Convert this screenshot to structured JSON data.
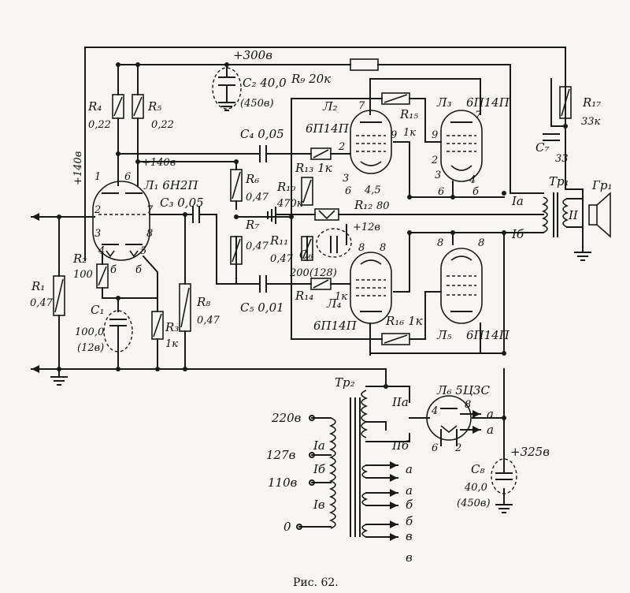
{
  "caption": "Рис.  62.",
  "supply": {
    "b300": "+300в",
    "b140": "+140в",
    "b140v": "+140в",
    "b12": "+12в",
    "b325": "+325в"
  },
  "tubes": {
    "l1": "Л₁ 6Н2П",
    "l2": "Л₂",
    "l2t": "6П14П",
    "l3": "Л₃",
    "l3t": "6П14П",
    "l4": "Л₄",
    "l4t": "6П14П",
    "l5": "Л₅",
    "l5t": "6П14П",
    "l6": "Л₆ 5Ц3С"
  },
  "resistors": {
    "r1": "R₁",
    "r1v": "0,47",
    "r2": "R₂",
    "r2v": "100",
    "r3": "R₃",
    "r3v": "1к",
    "r4": "R₄",
    "r4v": "0,22",
    "r5": "R₅",
    "r5v": "0,22",
    "r6": "R₆",
    "r6v": "0,47",
    "r7": "R₇",
    "r7v": "0,47",
    "r8": "R₈",
    "r8v": "0,47",
    "r9": "R₉ 20к",
    "r10": "R₁₀",
    "r10v": "470к",
    "r11": "R₁₁",
    "r11v": "0,47",
    "r12": "R₁₂",
    "r12v": "80",
    "r13": "R₁₃ 1к",
    "r14": "R₁₄",
    "r14v": "1к",
    "r15": "R₁₅",
    "r15v": "1к",
    "r16": "R₁₆ 1к",
    "r17": "R₁₇",
    "r17v": "33к"
  },
  "capacitors": {
    "c1": "C₁",
    "c1v": "100,0",
    "c1w": "(12в)",
    "c2": "C₂ 40,0",
    "c2w": "(450в)",
    "c3": "C₃ 0,05",
    "c4": "C₄ 0,05",
    "c5": "C₅ 0,01",
    "c6": "C₆",
    "c6v": "200(128)",
    "c7": "C₇",
    "c7v": "33",
    "c8": "C₈",
    "c8v": "40,0",
    "c8w": "(450в)"
  },
  "transformers": {
    "tr1": "Тр₁",
    "ia": "Iа",
    "ib": "Iб",
    "ii": "II",
    "gr1": "Гр₁",
    "tr2": "Тр₂",
    "iia": "IIа",
    "iib": "IIб",
    "iap": "Iа",
    "ibp": "Iб",
    "ivp": "Iв",
    "v220": "220в",
    "v127": "127в",
    "v110": "110в",
    "v0": "0"
  },
  "pins": {
    "p1": "1",
    "p2": "2",
    "p3": "3",
    "p4": "4",
    "p5": "5",
    "p6": "6",
    "p7": "7",
    "p8": "8",
    "l2_7": "7",
    "l2_2": "2",
    "l2_9": "9",
    "l2_3": "3",
    "l2_6": "6",
    "l2_5": "4,5",
    "l3_7": "7",
    "l3_9": "9",
    "l3_2": "2",
    "l3_3": "3",
    "l3_5": "4",
    "l3_6": "6",
    "l3_b": "б",
    "l4_8": "8",
    "l4_8b": "8",
    "l5_8": "8",
    "l5_8b": "8",
    "l6_4": "4",
    "l6_8": "8",
    "l6_2": "2",
    "l6_6": "6",
    "b1": "б",
    "b2": "б"
  },
  "heater_taps": {
    "a1": "а",
    "a2": "а",
    "b1": "б",
    "b2": "б",
    "v1": "в",
    "v2": "в",
    "ha1": "а",
    "ha2": "а"
  }
}
